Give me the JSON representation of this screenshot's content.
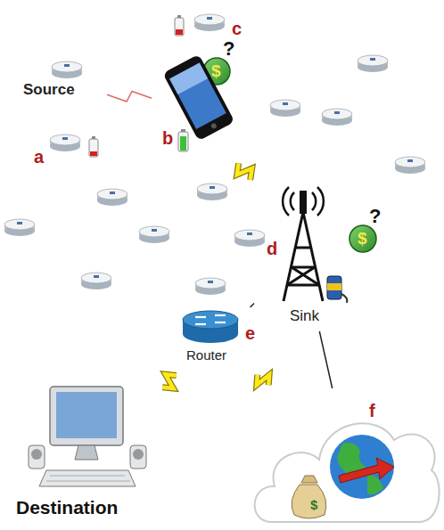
{
  "diagram": {
    "nodes": [
      {
        "text": [
          "Source"
        ]
      },
      {
        "text": [
          "b"
        ]
      },
      {
        "text": [
          "d",
          "Sink"
        ]
      },
      {
        "text": [
          "e",
          "Router"
        ]
      },
      {
        "text": [
          "Destination"
        ]
      },
      {
        "text": [
          "f"
        ]
      }
    ],
    "edges": [
      {
        "from": 0,
        "to": 1,
        "arrow": "none"
      },
      {
        "from": 1,
        "to": 2,
        "arrow": "none"
      },
      {
        "from": 2,
        "to": 3,
        "arrow": "none"
      },
      {
        "from": 3,
        "to": 4,
        "arrow": "none"
      },
      {
        "from": 3,
        "to": 5,
        "arrow": "none"
      },
      {
        "from": 2,
        "to": 5,
        "arrow": "none"
      }
    ],
    "labels": [
      "a",
      "c",
      "$",
      "?",
      "$",
      "?",
      "$"
    ]
  }
}
